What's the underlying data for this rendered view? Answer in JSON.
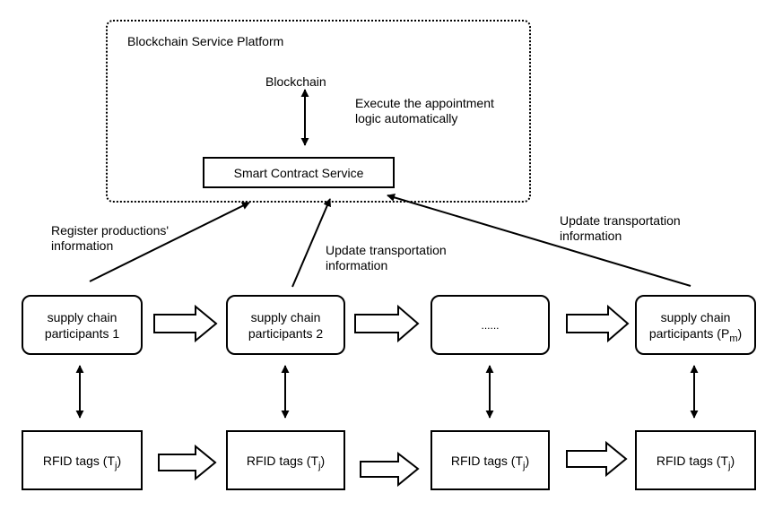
{
  "platform": {
    "title": "Blockchain Service Platform",
    "blockchain_label": "Blockchain",
    "execute_line1": "Execute the appointment",
    "execute_line2": "logic automatically",
    "smart_contract": "Smart Contract Service"
  },
  "annotations": {
    "register_line1": "Register productions'",
    "register_line2": "information",
    "update_mid_line1": "Update transportation",
    "update_mid_line2": "information",
    "update_right_line1": "Update transportation",
    "update_right_line2": "information"
  },
  "participants": [
    {
      "line1": "supply chain",
      "line2": "participants 1"
    },
    {
      "line1": "supply chain",
      "line2": "participants 2"
    },
    {
      "line1": "......"
    },
    {
      "line1": "supply chain",
      "line2_prefix": "participants (P",
      "line2_sub": "m",
      "line2_suffix": ")"
    }
  ],
  "rfid": [
    {
      "prefix": "RFID tags (T",
      "sub": "j",
      "suffix": ")"
    },
    {
      "prefix": "RFID tags (T",
      "sub": "j",
      "suffix": ")"
    },
    {
      "prefix": "RFID tags (T",
      "sub": "j",
      "suffix": ")"
    },
    {
      "prefix": "RFID tags (T",
      "sub": "j",
      "suffix": ")"
    }
  ]
}
